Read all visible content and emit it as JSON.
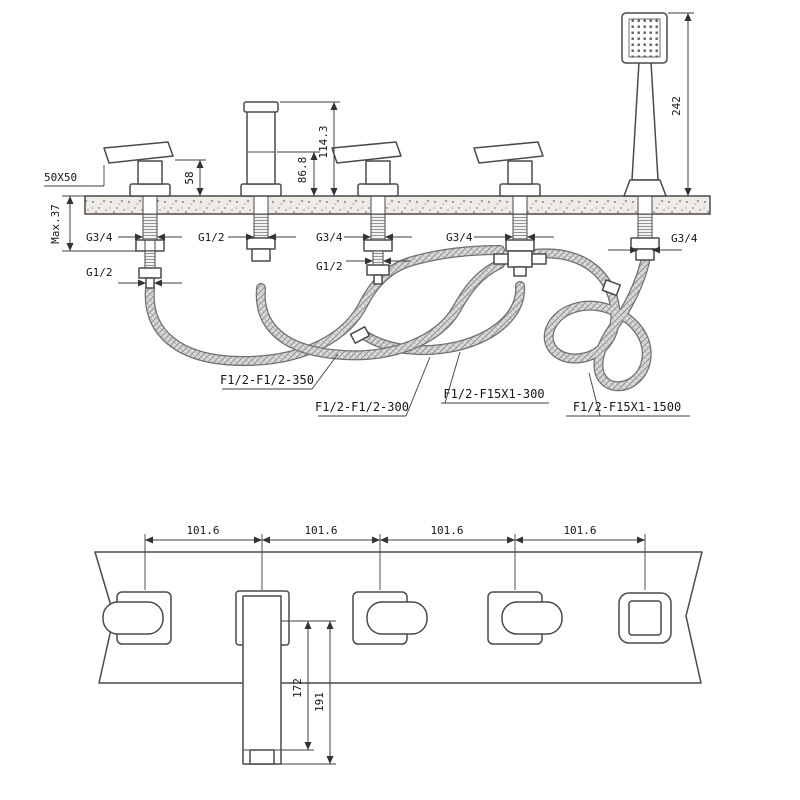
{
  "side_view": {
    "dim_lever": "50X50",
    "dim_handle_height": "58",
    "dim_spout_outlet_height": "86.8",
    "dim_spout_height": "114.3",
    "dim_shower_height": "242",
    "dim_deck_max": "Max.37",
    "threads": {
      "handle1_top": "G3/4",
      "handle1_bottom": "G1/2",
      "spout": "G1/2",
      "handle2_top": "G3/4",
      "handle2_bottom": "G1/2",
      "diverter": "G3/4",
      "shower_holder": "G3/4"
    },
    "hose_labels": [
      "F1/2-F1/2-350",
      "F1/2-F1/2-300",
      "F1/2-F15X1-300",
      "F1/2-F15X1-1500"
    ]
  },
  "plan_view": {
    "hole_spacings": [
      "101.6",
      "101.6",
      "101.6",
      "101.6"
    ],
    "dim_spout_inner": "172",
    "dim_spout_total": "191"
  },
  "colors": {
    "line": "#4a4a4a",
    "deck_fill": "#efece7"
  }
}
